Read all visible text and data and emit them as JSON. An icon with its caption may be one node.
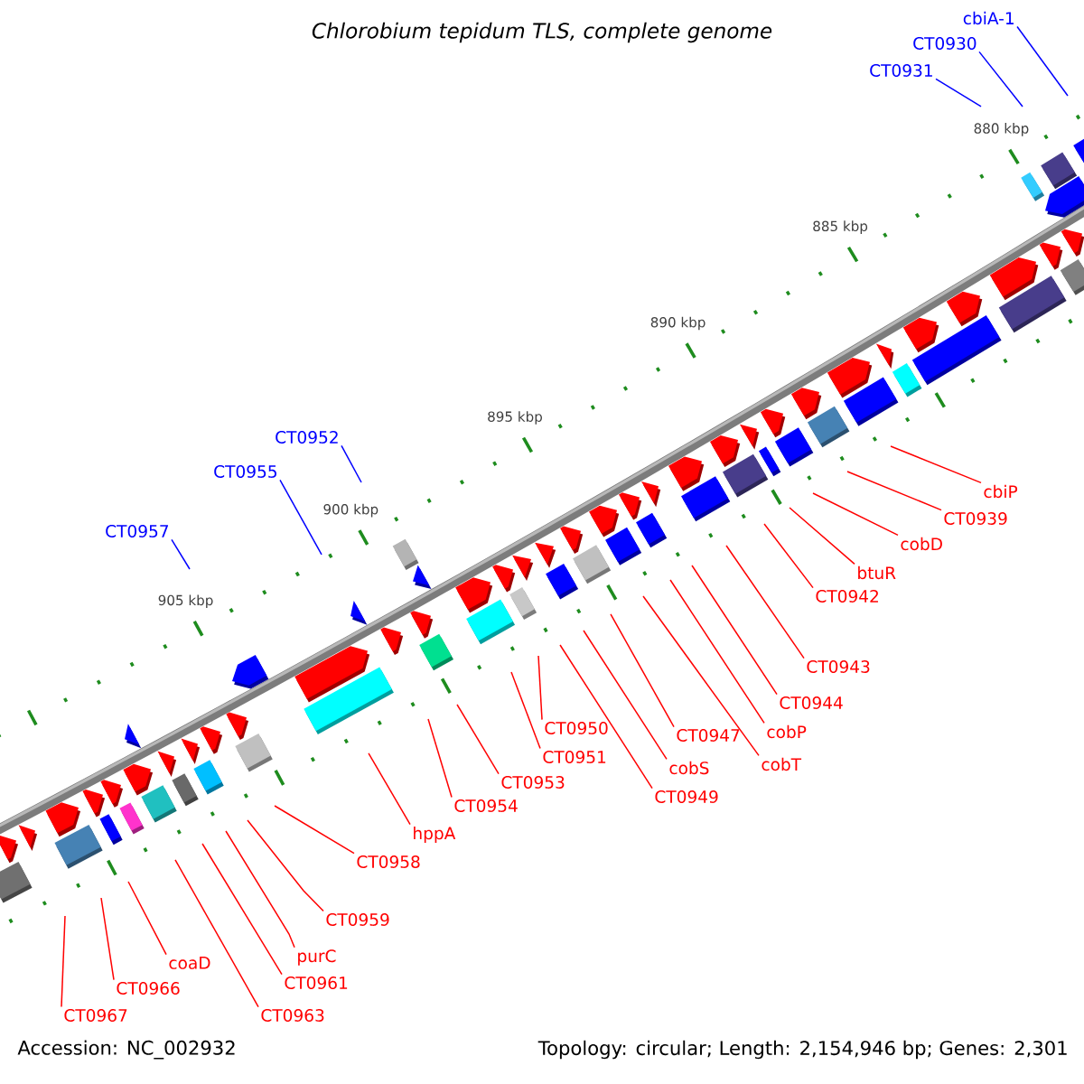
{
  "diagram": {
    "title": "Chlorobium tepidum TLS, complete genome",
    "nodes": [
      {
        "text": [
          "cbiA-1"
        ]
      },
      {
        "text": [
          "CT0930"
        ]
      },
      {
        "text": [
          "CT0931"
        ]
      },
      {
        "text": [
          "CT0952"
        ]
      },
      {
        "text": [
          "CT0955"
        ]
      },
      {
        "text": [
          "CT0957"
        ]
      },
      {
        "text": [
          "cbiP"
        ]
      },
      {
        "text": [
          "CT0939"
        ]
      },
      {
        "text": [
          "cobD"
        ]
      },
      {
        "text": [
          "btuR"
        ]
      },
      {
        "text": [
          "CT0942"
        ]
      },
      {
        "text": [
          "CT0943"
        ]
      },
      {
        "text": [
          "CT0944"
        ]
      },
      {
        "text": [
          "cobP"
        ]
      },
      {
        "text": [
          "cobT"
        ]
      },
      {
        "text": [
          "CT0947"
        ]
      },
      {
        "text": [
          "cobS"
        ]
      },
      {
        "text": [
          "CT0949"
        ]
      },
      {
        "text": [
          "CT0950"
        ]
      },
      {
        "text": [
          "CT0951"
        ]
      },
      {
        "text": [
          "CT0953"
        ]
      },
      {
        "text": [
          "CT0954"
        ]
      },
      {
        "text": [
          "hppA"
        ]
      },
      {
        "text": [
          "CT0958"
        ]
      },
      {
        "text": [
          "CT0959"
        ]
      },
      {
        "text": [
          "purC"
        ]
      },
      {
        "text": [
          "CT0961"
        ]
      },
      {
        "text": [
          "CT0963"
        ]
      },
      {
        "text": [
          "coaD"
        ]
      },
      {
        "text": [
          "CT0966"
        ]
      },
      {
        "text": [
          "CT0967"
        ]
      }
    ],
    "edges": [
      {
        "from": 0,
        "to": null,
        "arrow": "none",
        "color": "#0000ff"
      },
      {
        "from": 1,
        "to": null,
        "arrow": "none",
        "color": "#0000ff"
      },
      {
        "from": 2,
        "to": null,
        "arrow": "none",
        "color": "#0000ff"
      },
      {
        "from": 3,
        "to": null,
        "arrow": "none",
        "color": "#0000ff"
      },
      {
        "from": 4,
        "to": null,
        "arrow": "none",
        "color": "#0000ff"
      },
      {
        "from": 5,
        "to": null,
        "arrow": "none",
        "color": "#0000ff"
      },
      {
        "from": 6,
        "to": null,
        "arrow": "none"
      },
      {
        "from": 7,
        "to": null,
        "arrow": "none"
      },
      {
        "from": 8,
        "to": null,
        "arrow": "none"
      },
      {
        "from": 9,
        "to": null,
        "arrow": "none"
      },
      {
        "from": 10,
        "to": null,
        "arrow": "none"
      },
      {
        "from": 11,
        "to": null,
        "arrow": "none"
      },
      {
        "from": 12,
        "to": null,
        "arrow": "none"
      },
      {
        "from": 13,
        "to": null,
        "arrow": "none"
      },
      {
        "from": 14,
        "to": null,
        "arrow": "none"
      },
      {
        "from": 15,
        "to": null,
        "arrow": "none"
      },
      {
        "from": 16,
        "to": null,
        "arrow": "none"
      },
      {
        "from": 17,
        "to": null,
        "arrow": "none"
      },
      {
        "from": 18,
        "to": null,
        "arrow": "none"
      },
      {
        "from": 19,
        "to": null,
        "arrow": "none"
      },
      {
        "from": 20,
        "to": null,
        "arrow": "none"
      },
      {
        "from": 21,
        "to": null,
        "arrow": "none"
      },
      {
        "from": 22,
        "to": null,
        "arrow": "none"
      },
      {
        "from": 23,
        "to": null,
        "arrow": "none"
      },
      {
        "from": 24,
        "to": null,
        "arrow": "none"
      },
      {
        "from": 25,
        "to": null,
        "arrow": "none"
      },
      {
        "from": 26,
        "to": null,
        "arrow": "none"
      },
      {
        "from": 27,
        "to": null,
        "arrow": "none"
      },
      {
        "from": 28,
        "to": null,
        "arrow": "none"
      },
      {
        "from": 29,
        "to": null,
        "arrow": "none"
      },
      {
        "from": 30,
        "to": null,
        "arrow": "none"
      }
    ],
    "labels": [
      "880 kbp",
      "885 kbp",
      "890 kbp",
      "895 kbp",
      "900 kbp",
      "905 kbp",
      "Accession: NC_002932",
      "Topology: circular; Length: 2,154,946 bp; Genes: 2,301"
    ]
  }
}
